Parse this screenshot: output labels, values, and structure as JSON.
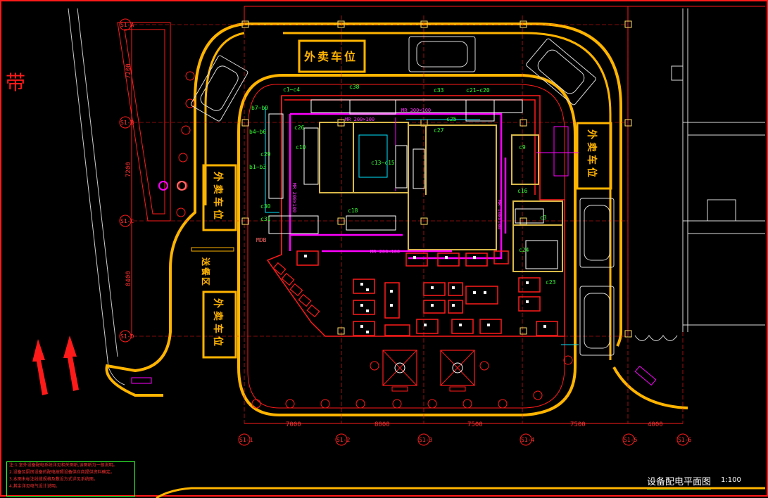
{
  "drawing": {
    "title": "设备配电平面图",
    "scale": "1:100"
  },
  "labels": {
    "parking_top": "外卖车位",
    "parking_left_upper": "外卖车位",
    "parking_left_lower": "外卖车位",
    "parking_right": "外卖车位",
    "side_label": "送餐区"
  },
  "dimensions": {
    "bottom": [
      "7000",
      "8000",
      "7500",
      "7500",
      "4000"
    ],
    "left": [
      "7200",
      "7200",
      "8400"
    ]
  },
  "grid_bubbles": {
    "bottom": [
      "S1-1",
      "S1-2",
      "S1-3",
      "S1-4",
      "S1-5",
      "S1-6"
    ],
    "left": [
      "S1-A",
      "S1-B",
      "S1-C",
      "S1-D"
    ]
  },
  "circuit_tags": [
    "c1~c4",
    "c38",
    "c33",
    "c21~c20",
    "b7~b9",
    "b4~b6",
    "b1~b3",
    "c26",
    "c10",
    "c29",
    "c30",
    "c31",
    "c25",
    "c27",
    "c13~c15",
    "c16",
    "c18",
    "c24",
    "c23",
    "c9",
    "c3",
    "MDB",
    "MR 200×100",
    "MR 300×100",
    "MR 200×100",
    "MR 200×100",
    "MR 100×100"
  ],
  "notes": [
    "注:1.室外设备配电系统详见相关图纸,该图纸为一般说明。",
    "2.设备及厨房设备的配电按照设备供应商提供资料确定。",
    "3.本图未标注线缆规格及敷设方式详见系统图。",
    "4.其余详见电气设计说明。"
  ],
  "colors": {
    "road": "#ffb400",
    "wall": "#ff1a1a",
    "tray": "#ff00ff",
    "equipment": "#ffffff",
    "annotation": "#33ff33",
    "cyan": "#00e5ff"
  }
}
